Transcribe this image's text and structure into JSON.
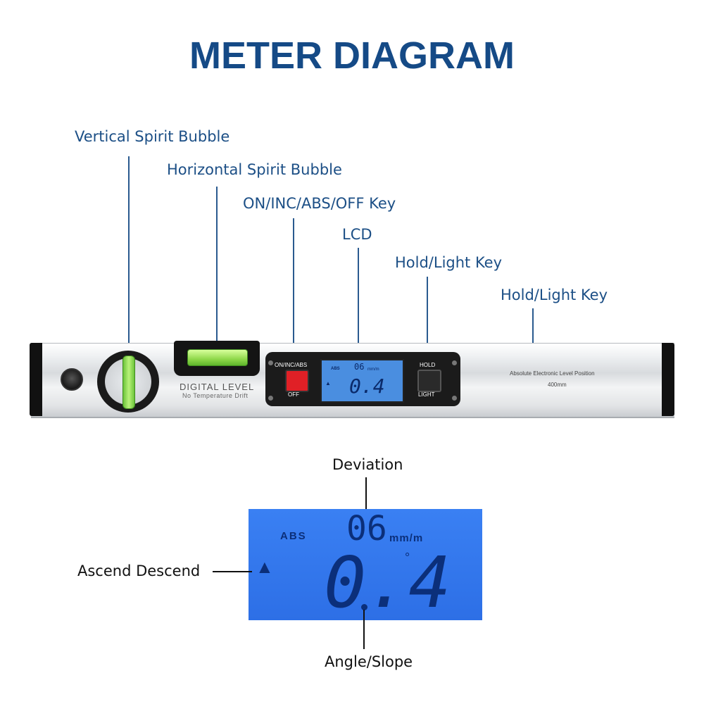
{
  "title": "METER DIAGRAM",
  "callouts": {
    "vertical_bubble": "Vertical Spirit Bubble",
    "horizontal_bubble": "Horizontal Spirit Bubble",
    "power_key": "ON/INC/ABS/OFF Key",
    "lcd": "LCD",
    "hold_key": "Hold/Light Key",
    "hold_key_2": "Hold/Light Key"
  },
  "level": {
    "brand": "DIGITAL LEVEL",
    "tagline": "No Temperature Drift",
    "left_button_top": "ON/INC/ABS",
    "left_button_bottom": "OFF",
    "right_button_top": "HOLD",
    "right_button_bottom": "LIGHT",
    "side_text": "Absolute Electronic Level Position",
    "length": "400mm"
  },
  "lcd": {
    "mode": "ABS",
    "deviation": "06",
    "deviation_unit": "mm/m",
    "angle": "0.4",
    "angle_unit": "°",
    "direction_symbol": "▲"
  },
  "detail_labels": {
    "deviation": "Deviation",
    "ascend_descend": "Ascend Descend",
    "angle_slope": "Angle/Slope"
  },
  "colors": {
    "title": "#154a86",
    "callout_text": "#1c4f86",
    "lcd_background": "#2f75ee",
    "lcd_segments": "#0b2f7a",
    "power_button": "#e02026",
    "bubble_liquid": "#8fd84a"
  }
}
